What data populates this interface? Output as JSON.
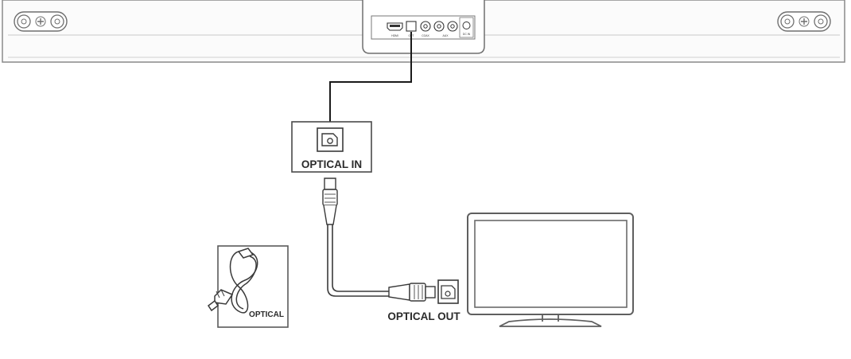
{
  "labels": {
    "optical_in": "OPTICAL IN",
    "optical_out": "OPTICAL OUT",
    "optical_cable": "OPTICAL"
  },
  "soundbar_ports": {
    "hdmi": "HDMI",
    "opt": "OPT",
    "rca1": "COAX",
    "rca2": "AUX",
    "dc": "DC IN"
  },
  "colors": {
    "line": "#1a1a1a",
    "outline": "#7a7a7a",
    "fill": "#f7f7f7"
  }
}
